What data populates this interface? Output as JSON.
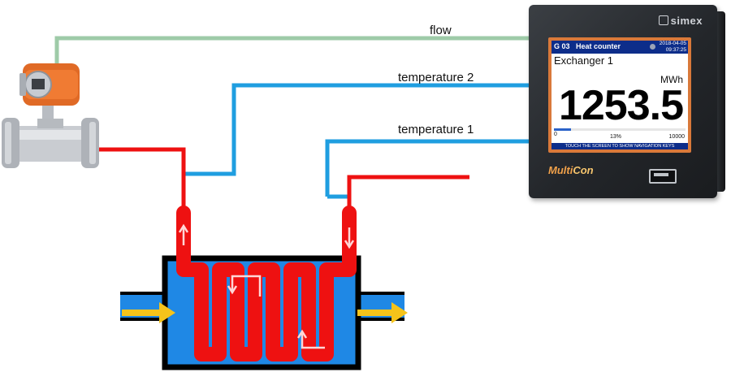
{
  "labels": {
    "flow": "flow",
    "temperature_2": "temperature 2",
    "temperature_1": "temperature 1"
  },
  "meter": {
    "brand": "simex",
    "product_prefix": "Multi",
    "product_suffix": "Con",
    "screen": {
      "id": "G 03",
      "title": "Heat counter",
      "date": "2018-04-05",
      "time": "09:37:25",
      "subtitle": "Exchanger 1",
      "unit": "MWh",
      "value": "1253.5",
      "bar_min": "0",
      "bar_percent": "13%",
      "bar_max": "10000",
      "bar_fraction": 0.13,
      "footer": "TOUCH THE SCREEN TO SHOW NAVIGATION KEYS"
    }
  },
  "colors": {
    "flow_line": "#9ecba8",
    "temperature_line": "#1f9ee0",
    "hot_line": "#ee1111",
    "water": "#1f88e5",
    "inflow_arrow": "#f5c31a"
  }
}
